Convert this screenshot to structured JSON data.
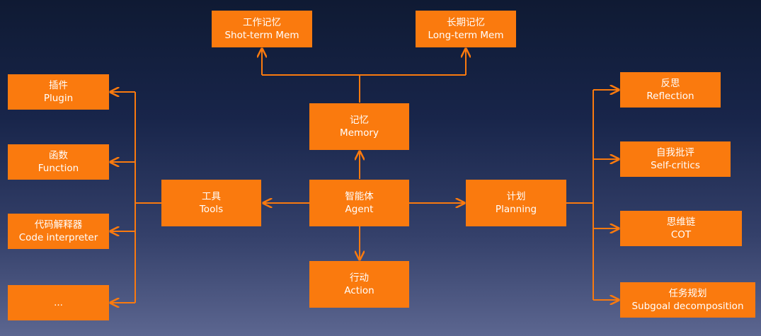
{
  "colors": {
    "node": "#fa7a0e",
    "line": "#fa7a0e",
    "text": "#ffffff",
    "background_top": "#0f1a33",
    "background_bottom": "#5c6690"
  },
  "nodes": {
    "agent": {
      "zh": "智能体",
      "en": "Agent"
    },
    "memory": {
      "zh": "记忆",
      "en": "Memory"
    },
    "short_term_mem": {
      "zh": "工作记忆",
      "en": "Shot-term Mem"
    },
    "long_term_mem": {
      "zh": "长期记忆",
      "en": "Long-term Mem"
    },
    "tools": {
      "zh": "工具",
      "en": "Tools"
    },
    "plugin": {
      "zh": "插件",
      "en": "Plugin"
    },
    "function": {
      "zh": "函数",
      "en": "Function"
    },
    "code_interpreter": {
      "zh": "代码解释器",
      "en": "Code interpreter"
    },
    "more_tools": {
      "zh": "...",
      "en": ""
    },
    "planning": {
      "zh": "计划",
      "en": "Planning"
    },
    "reflection": {
      "zh": "反思",
      "en": "Reflection"
    },
    "self_critics": {
      "zh": "自我批评",
      "en": "Self-critics"
    },
    "cot": {
      "zh": "思维链",
      "en": "COT"
    },
    "subgoal": {
      "zh": "任务规划",
      "en": "Subgoal decomposition"
    },
    "action": {
      "zh": "行动",
      "en": "Action"
    }
  }
}
